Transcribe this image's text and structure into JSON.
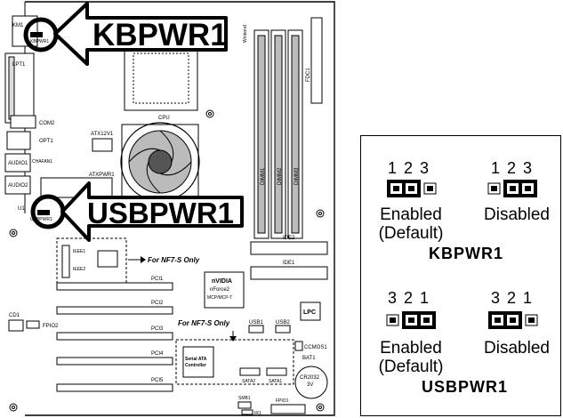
{
  "callouts": {
    "kbpwr": "KBPWR1",
    "usbpwr": "USBPWR1"
  },
  "board": {
    "km1": "KM1",
    "kbpwr_small": "KBPWR1",
    "lpt1": "LPT1",
    "com2": "COM2",
    "opt1": "OPT1",
    "audio1": "AUDIO1",
    "chafan": "CHAFAN1",
    "audio2": "AUDIO2",
    "u1": "U1",
    "usbpwr_small": "USBPWR1",
    "cpu": "CPU",
    "atx12v": "ATX12V1",
    "atxpwr": "ATXPWR1",
    "dimm1": "DIMM1",
    "dimm2": "DIMM2",
    "dimm3": "DIMM3",
    "fdc1": "FDC1",
    "winbond": "Winbond",
    "ide2": "IDE2",
    "ide1": "IDE1",
    "ieee1": "IEEE1",
    "ieee2": "IEEE2",
    "nf7s_1": "For NF7-S Only",
    "nf7s_2": "For NF7-S Only",
    "pci1": "PCI1",
    "pci2": "PCI2",
    "pci3": "PCI3",
    "pci4": "PCI4",
    "pci5": "PCI5",
    "nvidia_1": "nVIDIA",
    "nvidia_2": "nForce2",
    "nvidia_3": "MCP/MCP-T",
    "lpc": "LPC",
    "cd1": "CD1",
    "fpio2": "FPIO2",
    "usb1": "USB1",
    "usb2": "USB2",
    "ccmos1": "CCMOS1",
    "serialata_1": "Serial ATA",
    "serialata_2": "Controller",
    "sata2": "SATA2",
    "sata1": "SATA1",
    "bat1": "BAT1",
    "battery_1": "CR2032",
    "battery_2": "3V",
    "smb1": "SMB1",
    "ir1": "IR1",
    "fpio1": "FPIO1"
  },
  "legend": {
    "kb_enabled_pins": [
      "1",
      "2",
      "3"
    ],
    "kb_disabled_pins": [
      "1",
      "2",
      "3"
    ],
    "kb_enabled_line1": "Enabled",
    "kb_enabled_line2": "(Default)",
    "kb_disabled": "Disabled",
    "kb_title": "KBPWR1",
    "usb_enabled_pins": [
      "3",
      "2",
      "1"
    ],
    "usb_disabled_pins": [
      "3",
      "2",
      "1"
    ],
    "usb_enabled_line1": "Enabled",
    "usb_enabled_line2": "(Default)",
    "usb_disabled": "Disabled",
    "usb_title": "USBPWR1"
  }
}
